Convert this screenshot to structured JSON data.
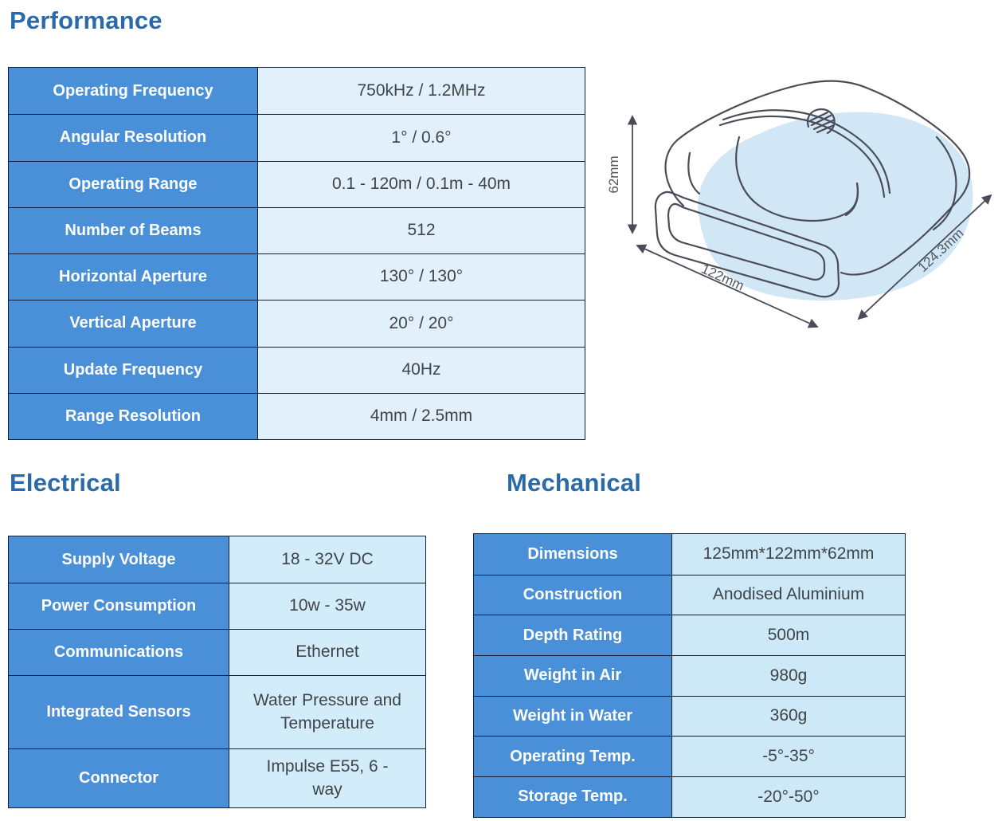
{
  "colors": {
    "heading": "#2a6aa8",
    "label_bg": "#4a90d9",
    "border": "#13203a",
    "value_text": "#3f4449",
    "perf_value_bg": "#e1f0fa",
    "elec_value_bg": "#d3ecf9",
    "mech_value_bg": "#cde9f8",
    "sketch_line": "#4a4d57",
    "sketch_blob": "#d2e7f5"
  },
  "performance": {
    "title": "Performance",
    "rows": [
      {
        "label": "Operating Frequency",
        "value": "750kHz / 1.2MHz"
      },
      {
        "label": "Angular Resolution",
        "value": "1° / 0.6°"
      },
      {
        "label": "Operating Range",
        "value": "0.1 - 120m / 0.1m - 40m"
      },
      {
        "label": "Number of Beams",
        "value": "512"
      },
      {
        "label": "Horizontal Aperture",
        "value": "130° / 130°"
      },
      {
        "label": "Vertical Aperture",
        "value": "20° / 20°"
      },
      {
        "label": "Update Frequency",
        "value": "40Hz"
      },
      {
        "label": "Range Resolution",
        "value": "4mm / 2.5mm"
      }
    ]
  },
  "electrical": {
    "title": "Electrical",
    "rows": [
      {
        "label": "Supply Voltage",
        "value": "18 - 32V DC"
      },
      {
        "label": "Power Consumption",
        "value": "10w - 35w"
      },
      {
        "label": "Communications",
        "value": "Ethernet"
      },
      {
        "label": "Integrated Sensors",
        "value": "Water Pressure and\nTemperature"
      },
      {
        "label": "Connector",
        "value": "Impulse E55, 6 -\nway"
      }
    ]
  },
  "mechanical": {
    "title": "Mechanical",
    "rows": [
      {
        "label": "Dimensions",
        "value": "125mm*122mm*62mm"
      },
      {
        "label": "Construction",
        "value": "Anodised Aluminium"
      },
      {
        "label": "Depth Rating",
        "value": "500m"
      },
      {
        "label": "Weight in Air",
        "value": "980g"
      },
      {
        "label": "Weight in Water",
        "value": "360g"
      },
      {
        "label": "Operating Temp.",
        "value": "-5°-35°"
      },
      {
        "label": "Storage Temp.",
        "value": "-20°-50°"
      }
    ]
  },
  "diagram": {
    "height_label": "62mm",
    "width_label": "122mm",
    "depth_label": "124.3mm"
  }
}
